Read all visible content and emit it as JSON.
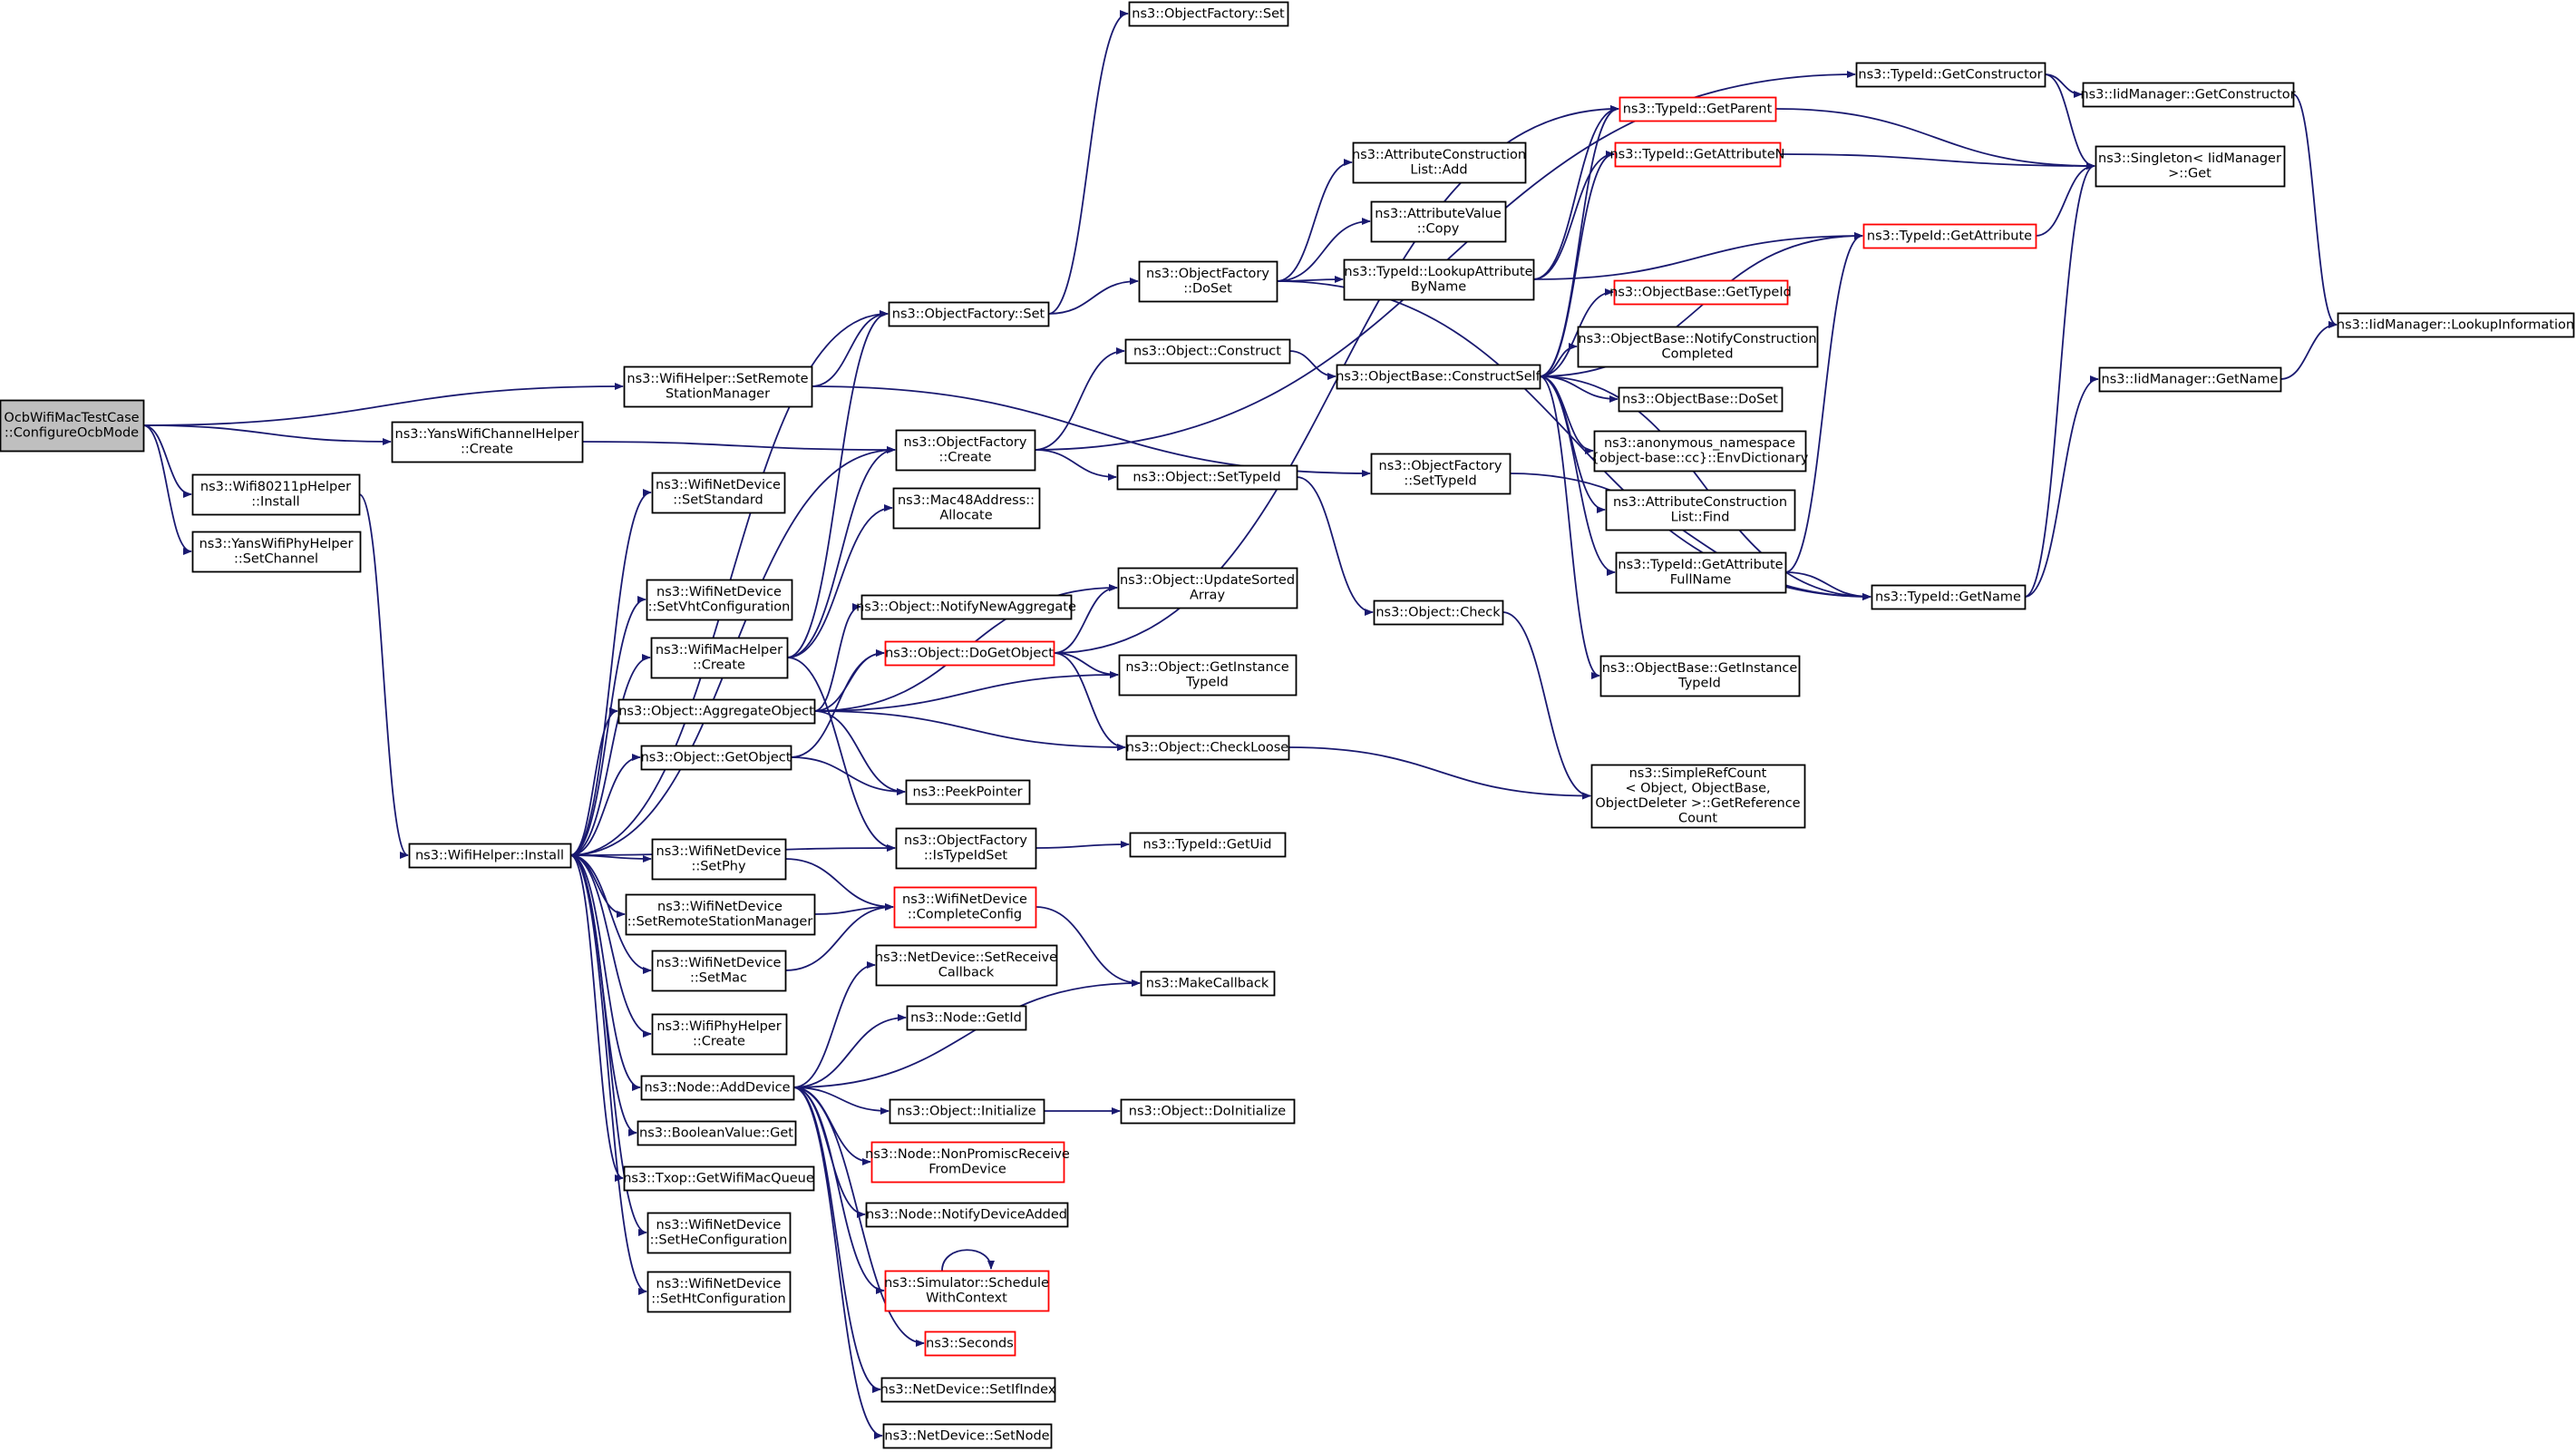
{
  "diagram": {
    "colors": {
      "edge": "#191970",
      "node_border": "#000000",
      "truncated_border": "#ff0000",
      "root_fill": "#bfbfbf",
      "node_fill": "#ffffff"
    },
    "nodes": [
      {
        "id": "root",
        "lines": [
          "OcbWifiMacTestCase",
          "::ConfigureOcbMode"
        ],
        "style": "root"
      },
      {
        "id": "wh_setrsm",
        "lines": [
          "ns3::WifiHelper::SetRemote",
          "StationManager"
        ]
      },
      {
        "id": "ywch_create",
        "lines": [
          "ns3::YansWifiChannelHelper",
          "::Create"
        ]
      },
      {
        "id": "w80211p_install",
        "lines": [
          "ns3::Wifi80211pHelper",
          "::Install"
        ]
      },
      {
        "id": "ywph_setchannel",
        "lines": [
          "ns3::YansWifiPhyHelper",
          "::SetChannel"
        ]
      },
      {
        "id": "wh_install",
        "lines": [
          "ns3::WifiHelper::Install"
        ]
      },
      {
        "id": "of_set_top",
        "lines": [
          "ns3::ObjectFactory::Set"
        ]
      },
      {
        "id": "of_set",
        "lines": [
          "ns3::ObjectFactory::Set"
        ]
      },
      {
        "id": "of_create",
        "lines": [
          "ns3::ObjectFactory",
          "::Create"
        ]
      },
      {
        "id": "wnd_setstandard",
        "lines": [
          "ns3::WifiNetDevice",
          "::SetStandard"
        ]
      },
      {
        "id": "wnd_setvht",
        "lines": [
          "ns3::WifiNetDevice",
          "::SetVhtConfiguration"
        ]
      },
      {
        "id": "wmh_create",
        "lines": [
          "ns3::WifiMacHelper",
          "::Create"
        ]
      },
      {
        "id": "obj_aggregate",
        "lines": [
          "ns3::Object::AggregateObject"
        ]
      },
      {
        "id": "obj_getobject",
        "lines": [
          "ns3::Object::GetObject"
        ]
      },
      {
        "id": "wnd_setphy",
        "lines": [
          "ns3::WifiNetDevice",
          "::SetPhy"
        ]
      },
      {
        "id": "wnd_setrsm",
        "lines": [
          "ns3::WifiNetDevice",
          "::SetRemoteStationManager"
        ]
      },
      {
        "id": "wnd_setmac",
        "lines": [
          "ns3::WifiNetDevice",
          "::SetMac"
        ]
      },
      {
        "id": "wph_create",
        "lines": [
          "ns3::WifiPhyHelper",
          "::Create"
        ]
      },
      {
        "id": "node_adddevice",
        "lines": [
          "ns3::Node::AddDevice"
        ]
      },
      {
        "id": "bool_get",
        "lines": [
          "ns3::BooleanValue::Get"
        ]
      },
      {
        "id": "txop_getmacq",
        "lines": [
          "ns3::Txop::GetWifiMacQueue"
        ]
      },
      {
        "id": "wnd_sethe",
        "lines": [
          "ns3::WifiNetDevice",
          "::SetHeConfiguration"
        ]
      },
      {
        "id": "wnd_setht",
        "lines": [
          "ns3::WifiNetDevice",
          "::SetHtConfiguration"
        ]
      },
      {
        "id": "mac48_allocate",
        "lines": [
          "ns3::Mac48Address::",
          "Allocate"
        ]
      },
      {
        "id": "obj_notifynewagg",
        "lines": [
          "ns3::Object::NotifyNewAggregate"
        ]
      },
      {
        "id": "obj_dogetobject",
        "lines": [
          "ns3::Object::DoGetObject"
        ],
        "style": "truncated"
      },
      {
        "id": "peekpointer",
        "lines": [
          "ns3::PeekPointer"
        ]
      },
      {
        "id": "of_istypeidset",
        "lines": [
          "ns3::ObjectFactory",
          "::IsTypeIdSet"
        ]
      },
      {
        "id": "wnd_completeconfig",
        "lines": [
          "ns3::WifiNetDevice",
          "::CompleteConfig"
        ],
        "style": "truncated"
      },
      {
        "id": "nd_setreceivecb",
        "lines": [
          "ns3::NetDevice::SetReceive",
          "Callback"
        ]
      },
      {
        "id": "node_getid",
        "lines": [
          "ns3::Node::GetId"
        ]
      },
      {
        "id": "obj_initialize",
        "lines": [
          "ns3::Object::Initialize"
        ]
      },
      {
        "id": "node_nonpromisc",
        "lines": [
          "ns3::Node::NonPromiscReceive",
          "FromDevice"
        ],
        "style": "truncated"
      },
      {
        "id": "node_notifydevadded",
        "lines": [
          "ns3::Node::NotifyDeviceAdded"
        ]
      },
      {
        "id": "sim_schedulectx",
        "lines": [
          "ns3::Simulator::Schedule",
          "WithContext"
        ],
        "style": "truncated"
      },
      {
        "id": "seconds",
        "lines": [
          "ns3::Seconds"
        ],
        "style": "truncated"
      },
      {
        "id": "nd_setifindex",
        "lines": [
          "ns3::NetDevice::SetIfIndex"
        ]
      },
      {
        "id": "nd_setnode",
        "lines": [
          "ns3::NetDevice::SetNode"
        ]
      },
      {
        "id": "of_doset",
        "lines": [
          "ns3::ObjectFactory",
          "::DoSet"
        ]
      },
      {
        "id": "obj_construct",
        "lines": [
          "ns3::Object::Construct"
        ]
      },
      {
        "id": "obj_settypeid",
        "lines": [
          "ns3::Object::SetTypeId"
        ]
      },
      {
        "id": "obj_updatesorted",
        "lines": [
          "ns3::Object::UpdateSorted",
          "Array"
        ]
      },
      {
        "id": "obj_getinstancetid",
        "lines": [
          "ns3::Object::GetInstance",
          "TypeId"
        ]
      },
      {
        "id": "obj_checkloose",
        "lines": [
          "ns3::Object::CheckLoose"
        ]
      },
      {
        "id": "tid_getuid",
        "lines": [
          "ns3::TypeId::GetUid"
        ]
      },
      {
        "id": "makecallback",
        "lines": [
          "ns3::MakeCallback"
        ]
      },
      {
        "id": "obj_doinitialize",
        "lines": [
          "ns3::Object::DoInitialize"
        ]
      },
      {
        "id": "acl_add",
        "lines": [
          "ns3::AttributeConstruction",
          "List::Add"
        ]
      },
      {
        "id": "av_copy",
        "lines": [
          "ns3::AttributeValue",
          "::Copy"
        ]
      },
      {
        "id": "tid_lookupattr",
        "lines": [
          "ns3::TypeId::LookupAttribute",
          "ByName"
        ]
      },
      {
        "id": "ob_constructself",
        "lines": [
          "ns3::ObjectBase::ConstructSelf"
        ]
      },
      {
        "id": "of_settypeid",
        "lines": [
          "ns3::ObjectFactory",
          "::SetTypeId"
        ]
      },
      {
        "id": "obj_check",
        "lines": [
          "ns3::Object::Check"
        ]
      },
      {
        "id": "simplerefcount",
        "lines": [
          "ns3::SimpleRefCount",
          "< Object, ObjectBase,",
          "ObjectDeleter >::GetReference",
          "Count"
        ]
      },
      {
        "id": "tid_getparent",
        "lines": [
          "ns3::TypeId::GetParent"
        ],
        "style": "truncated"
      },
      {
        "id": "tid_getattributen",
        "lines": [
          "ns3::TypeId::GetAttributeN"
        ],
        "style": "truncated"
      },
      {
        "id": "ob_gettypeid",
        "lines": [
          "ns3::ObjectBase::GetTypeId"
        ],
        "style": "truncated"
      },
      {
        "id": "ob_notifyconstructioncompleted",
        "lines": [
          "ns3::ObjectBase::NotifyConstruction",
          "Completed"
        ]
      },
      {
        "id": "ob_doset",
        "lines": [
          "ns3::ObjectBase::DoSet"
        ]
      },
      {
        "id": "anon_envdict",
        "lines": [
          "ns3::anonymous_namespace",
          "{object-base::cc}::EnvDictionary"
        ]
      },
      {
        "id": "acl_find",
        "lines": [
          "ns3::AttributeConstruction",
          "List::Find"
        ]
      },
      {
        "id": "tid_getattributefullname",
        "lines": [
          "ns3::TypeId::GetAttribute",
          "FullName"
        ]
      },
      {
        "id": "ob_getinstancetid",
        "lines": [
          "ns3::ObjectBase::GetInstance",
          "TypeId"
        ]
      },
      {
        "id": "tid_getconstructor",
        "lines": [
          "ns3::TypeId::GetConstructor"
        ]
      },
      {
        "id": "tid_getattribute",
        "lines": [
          "ns3::TypeId::GetAttribute"
        ],
        "style": "truncated"
      },
      {
        "id": "tid_getname",
        "lines": [
          "ns3::TypeId::GetName"
        ]
      },
      {
        "id": "iid_getconstructor",
        "lines": [
          "ns3::IidManager::GetConstructor"
        ]
      },
      {
        "id": "singleton_get",
        "lines": [
          "ns3::Singleton< IidManager",
          ">::Get"
        ]
      },
      {
        "id": "iid_lookupinfo",
        "lines": [
          "ns3::IidManager::LookupInformation"
        ]
      },
      {
        "id": "iid_getname",
        "lines": [
          "ns3::IidManager::GetName"
        ]
      }
    ],
    "edges": [
      [
        "root",
        "wh_setrsm"
      ],
      [
        "root",
        "ywch_create"
      ],
      [
        "root",
        "w80211p_install"
      ],
      [
        "root",
        "ywph_setchannel"
      ],
      [
        "w80211p_install",
        "wh_install"
      ],
      [
        "wh_setrsm",
        "of_set"
      ],
      [
        "wh_setrsm",
        "of_settypeid"
      ],
      [
        "ywch_create",
        "of_create"
      ],
      [
        "wh_install",
        "of_set"
      ],
      [
        "wh_install",
        "of_create"
      ],
      [
        "wh_install",
        "wnd_setstandard"
      ],
      [
        "wh_install",
        "wnd_setvht"
      ],
      [
        "wh_install",
        "wmh_create"
      ],
      [
        "wh_install",
        "obj_aggregate"
      ],
      [
        "wh_install",
        "obj_getobject"
      ],
      [
        "wh_install",
        "of_istypeidset"
      ],
      [
        "wh_install",
        "wnd_setphy"
      ],
      [
        "wh_install",
        "wnd_setrsm"
      ],
      [
        "wh_install",
        "wnd_setmac"
      ],
      [
        "wh_install",
        "wph_create"
      ],
      [
        "wh_install",
        "node_adddevice"
      ],
      [
        "wh_install",
        "bool_get"
      ],
      [
        "wh_install",
        "txop_getmacq"
      ],
      [
        "wh_install",
        "wnd_sethe"
      ],
      [
        "wh_install",
        "wnd_setht"
      ],
      [
        "of_set",
        "of_set_top"
      ],
      [
        "of_set",
        "of_doset"
      ],
      [
        "of_create",
        "obj_construct"
      ],
      [
        "of_create",
        "obj_settypeid"
      ],
      [
        "of_create",
        "tid_getconstructor"
      ],
      [
        "wmh_create",
        "of_create"
      ],
      [
        "wmh_create",
        "of_set"
      ],
      [
        "wmh_create",
        "mac48_allocate"
      ],
      [
        "wmh_create",
        "of_istypeidset"
      ],
      [
        "obj_aggregate",
        "obj_notifynewagg"
      ],
      [
        "obj_aggregate",
        "obj_dogetobject"
      ],
      [
        "obj_aggregate",
        "obj_updatesorted"
      ],
      [
        "obj_aggregate",
        "obj_getinstancetid"
      ],
      [
        "obj_aggregate",
        "obj_checkloose"
      ],
      [
        "obj_aggregate",
        "peekpointer"
      ],
      [
        "obj_getobject",
        "obj_dogetobject"
      ],
      [
        "obj_getobject",
        "peekpointer"
      ],
      [
        "obj_dogetobject",
        "obj_updatesorted"
      ],
      [
        "obj_dogetobject",
        "obj_getinstancetid"
      ],
      [
        "obj_dogetobject",
        "obj_checkloose"
      ],
      [
        "obj_dogetobject",
        "tid_getparent"
      ],
      [
        "wnd_setphy",
        "wnd_completeconfig"
      ],
      [
        "wnd_setrsm",
        "wnd_completeconfig"
      ],
      [
        "wnd_setmac",
        "wnd_completeconfig"
      ],
      [
        "wnd_completeconfig",
        "makecallback"
      ],
      [
        "of_istypeidset",
        "tid_getuid"
      ],
      [
        "node_adddevice",
        "nd_setreceivecb"
      ],
      [
        "node_adddevice",
        "node_getid"
      ],
      [
        "node_adddevice",
        "makecallback"
      ],
      [
        "node_adddevice",
        "obj_initialize"
      ],
      [
        "node_adddevice",
        "node_nonpromisc"
      ],
      [
        "node_adddevice",
        "node_notifydevadded"
      ],
      [
        "node_adddevice",
        "sim_schedulectx"
      ],
      [
        "node_adddevice",
        "seconds"
      ],
      [
        "node_adddevice",
        "nd_setifindex"
      ],
      [
        "node_adddevice",
        "nd_setnode"
      ],
      [
        "sim_schedulectx",
        "sim_schedulectx"
      ],
      [
        "obj_initialize",
        "obj_doinitialize"
      ],
      [
        "of_doset",
        "acl_add"
      ],
      [
        "of_doset",
        "av_copy"
      ],
      [
        "of_doset",
        "tid_lookupattr"
      ],
      [
        "of_doset",
        "tid_getname"
      ],
      [
        "obj_construct",
        "ob_constructself"
      ],
      [
        "obj_settypeid",
        "obj_check"
      ],
      [
        "obj_check",
        "simplerefcount"
      ],
      [
        "obj_checkloose",
        "simplerefcount"
      ],
      [
        "of_settypeid",
        "tid_getname"
      ],
      [
        "tid_lookupattr",
        "tid_getparent"
      ],
      [
        "tid_lookupattr",
        "tid_getattributen"
      ],
      [
        "tid_lookupattr",
        "tid_getattribute"
      ],
      [
        "ob_constructself",
        "tid_getparent"
      ],
      [
        "ob_constructself",
        "tid_getattributen"
      ],
      [
        "ob_constructself",
        "tid_getattribute"
      ],
      [
        "ob_constructself",
        "ob_gettypeid"
      ],
      [
        "ob_constructself",
        "ob_notifyconstructioncompleted"
      ],
      [
        "ob_constructself",
        "ob_doset"
      ],
      [
        "ob_constructself",
        "anon_envdict"
      ],
      [
        "ob_constructself",
        "acl_find"
      ],
      [
        "ob_constructself",
        "tid_getattributefullname"
      ],
      [
        "ob_constructself",
        "ob_getinstancetid"
      ],
      [
        "ob_constructself",
        "tid_getname"
      ],
      [
        "tid_getattributefullname",
        "tid_getattribute"
      ],
      [
        "tid_getattributefullname",
        "tid_getname"
      ],
      [
        "tid_getconstructor",
        "iid_getconstructor"
      ],
      [
        "tid_getconstructor",
        "singleton_get"
      ],
      [
        "tid_getparent",
        "singleton_get"
      ],
      [
        "tid_getattributen",
        "singleton_get"
      ],
      [
        "tid_getattribute",
        "singleton_get"
      ],
      [
        "tid_getname",
        "singleton_get"
      ],
      [
        "tid_getname",
        "iid_getname"
      ],
      [
        "iid_getconstructor",
        "iid_lookupinfo"
      ],
      [
        "iid_getname",
        "iid_lookupinfo"
      ]
    ]
  }
}
